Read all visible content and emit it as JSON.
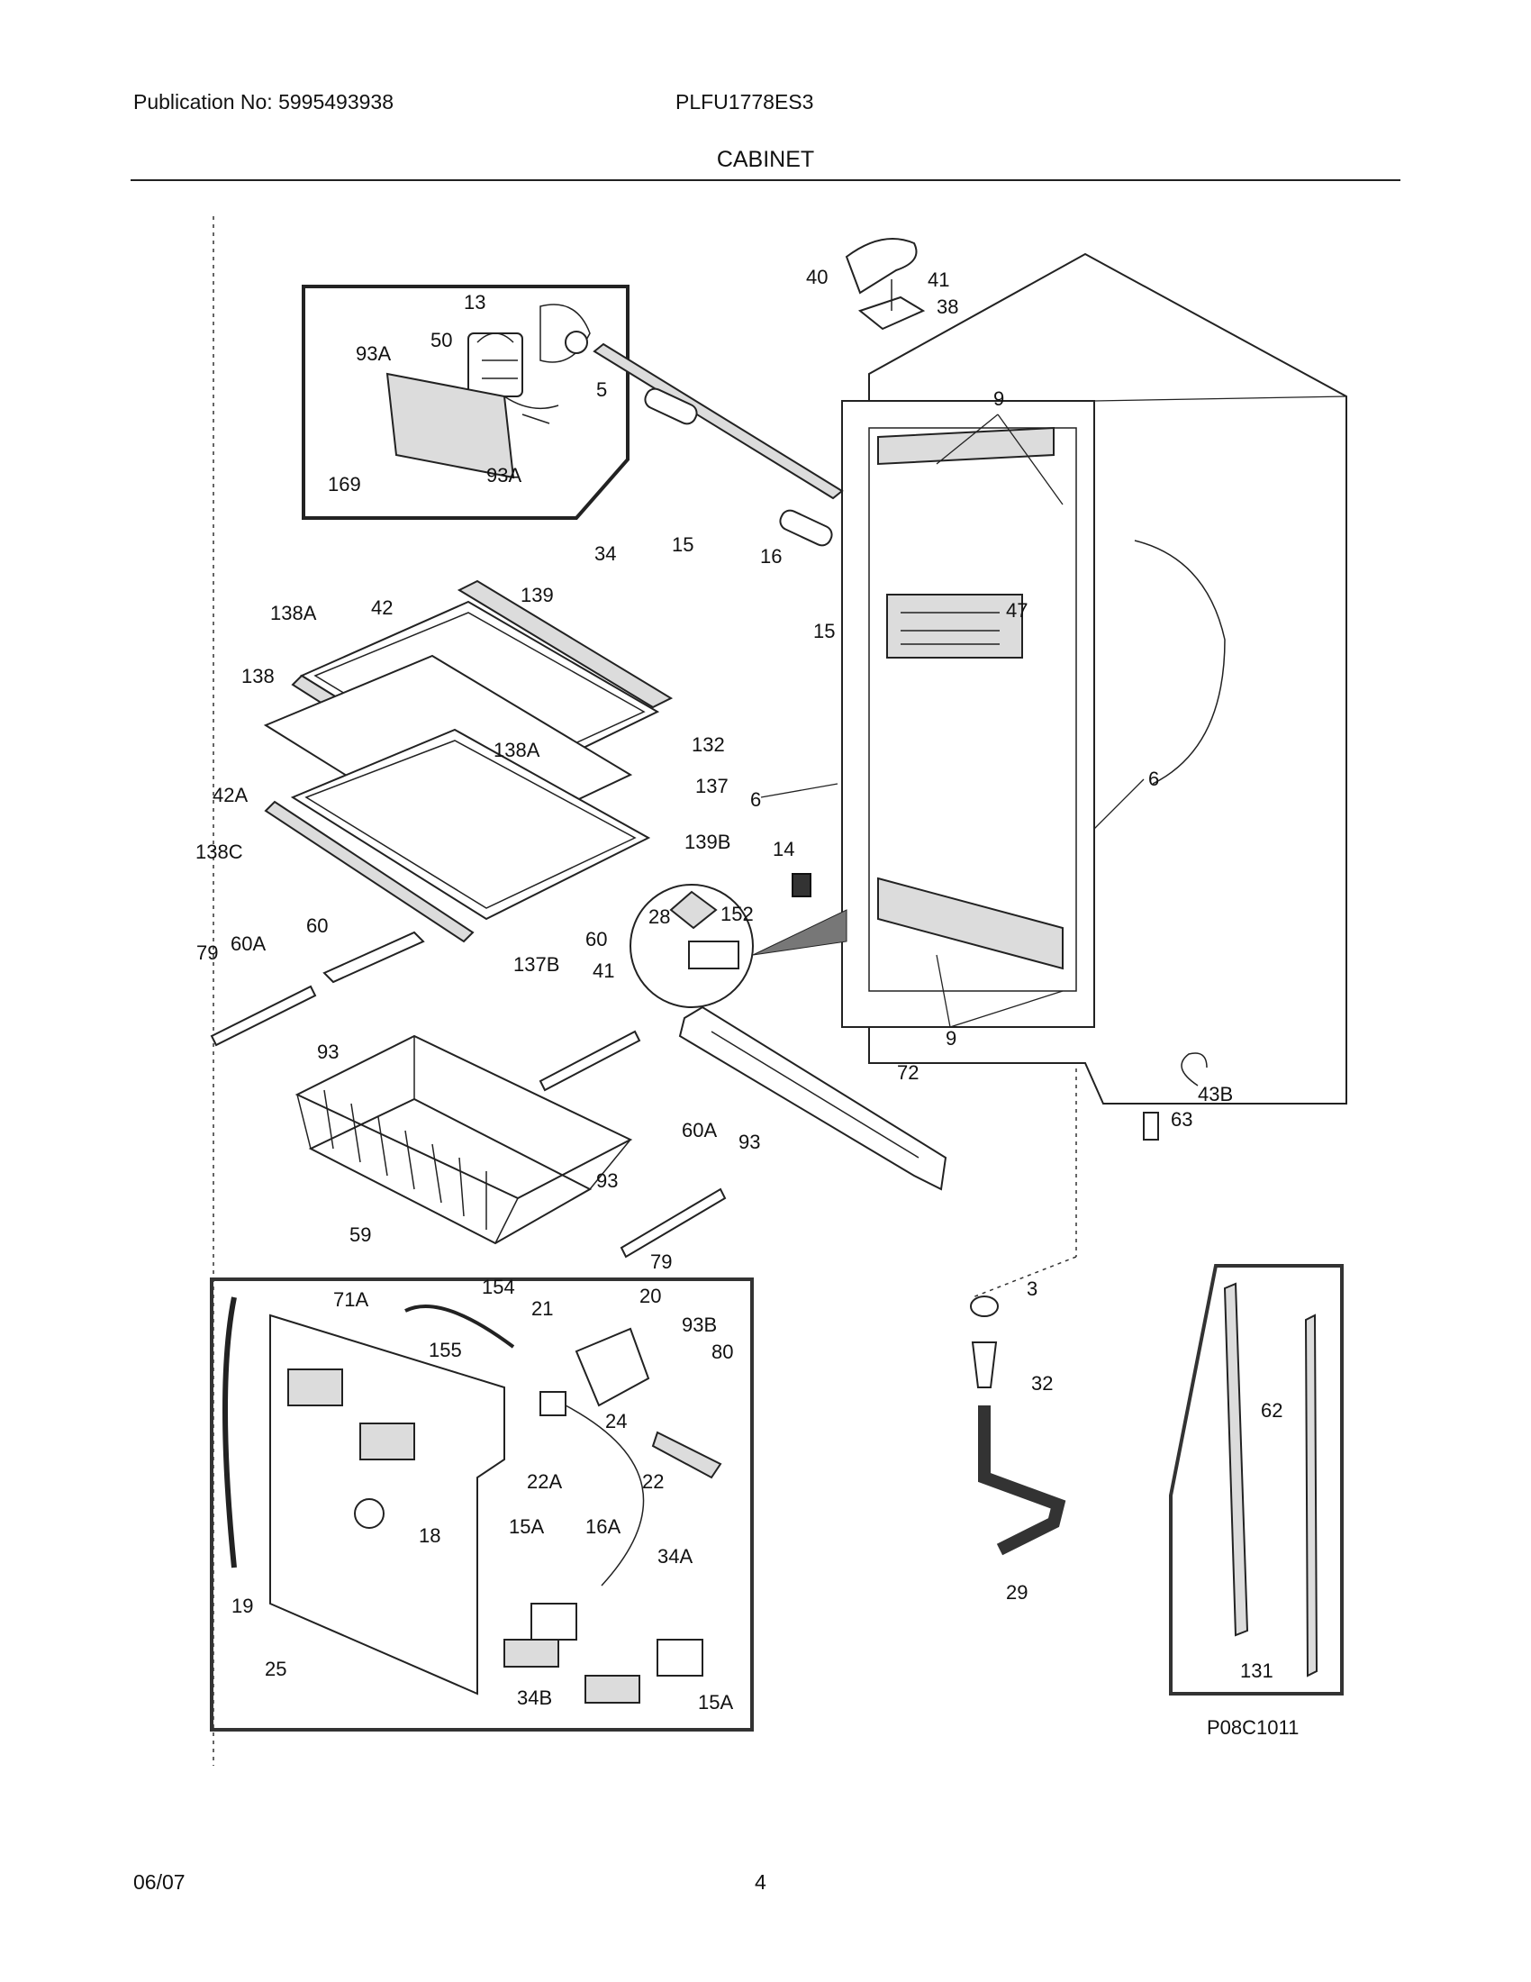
{
  "header": {
    "publication": "Publication No: 5995493938",
    "model": "PLFU1778ES3",
    "section_title": "CABINET"
  },
  "footer": {
    "date": "06/07",
    "page_number": "4"
  },
  "diagram_code": "P08C1011",
  "callouts": {
    "fan_inset": [
      "13",
      "50",
      "93A",
      "5",
      "169",
      "93A"
    ],
    "top": [
      "40",
      "41",
      "38",
      "9"
    ],
    "upper_parts": [
      "34",
      "15",
      "16",
      "15",
      "47",
      "138A",
      "42",
      "139",
      "138",
      "132",
      "138A",
      "137",
      "42A",
      "6",
      "6",
      "138C",
      "139B",
      "14",
      "28",
      "152",
      "60",
      "60A",
      "79",
      "41",
      "137B",
      "60",
      "93",
      "9",
      "72",
      "43B",
      "63",
      "60A",
      "93",
      "93",
      "59",
      "79"
    ],
    "lower_inset": [
      "71A",
      "154",
      "21",
      "20",
      "155",
      "93B",
      "80",
      "24",
      "22A",
      "22",
      "18",
      "15A",
      "16A",
      "34A",
      "19",
      "25",
      "34B",
      "15A"
    ],
    "hinge_parts": [
      "3",
      "32",
      "29"
    ],
    "rail_inset": [
      "62",
      "131"
    ]
  }
}
